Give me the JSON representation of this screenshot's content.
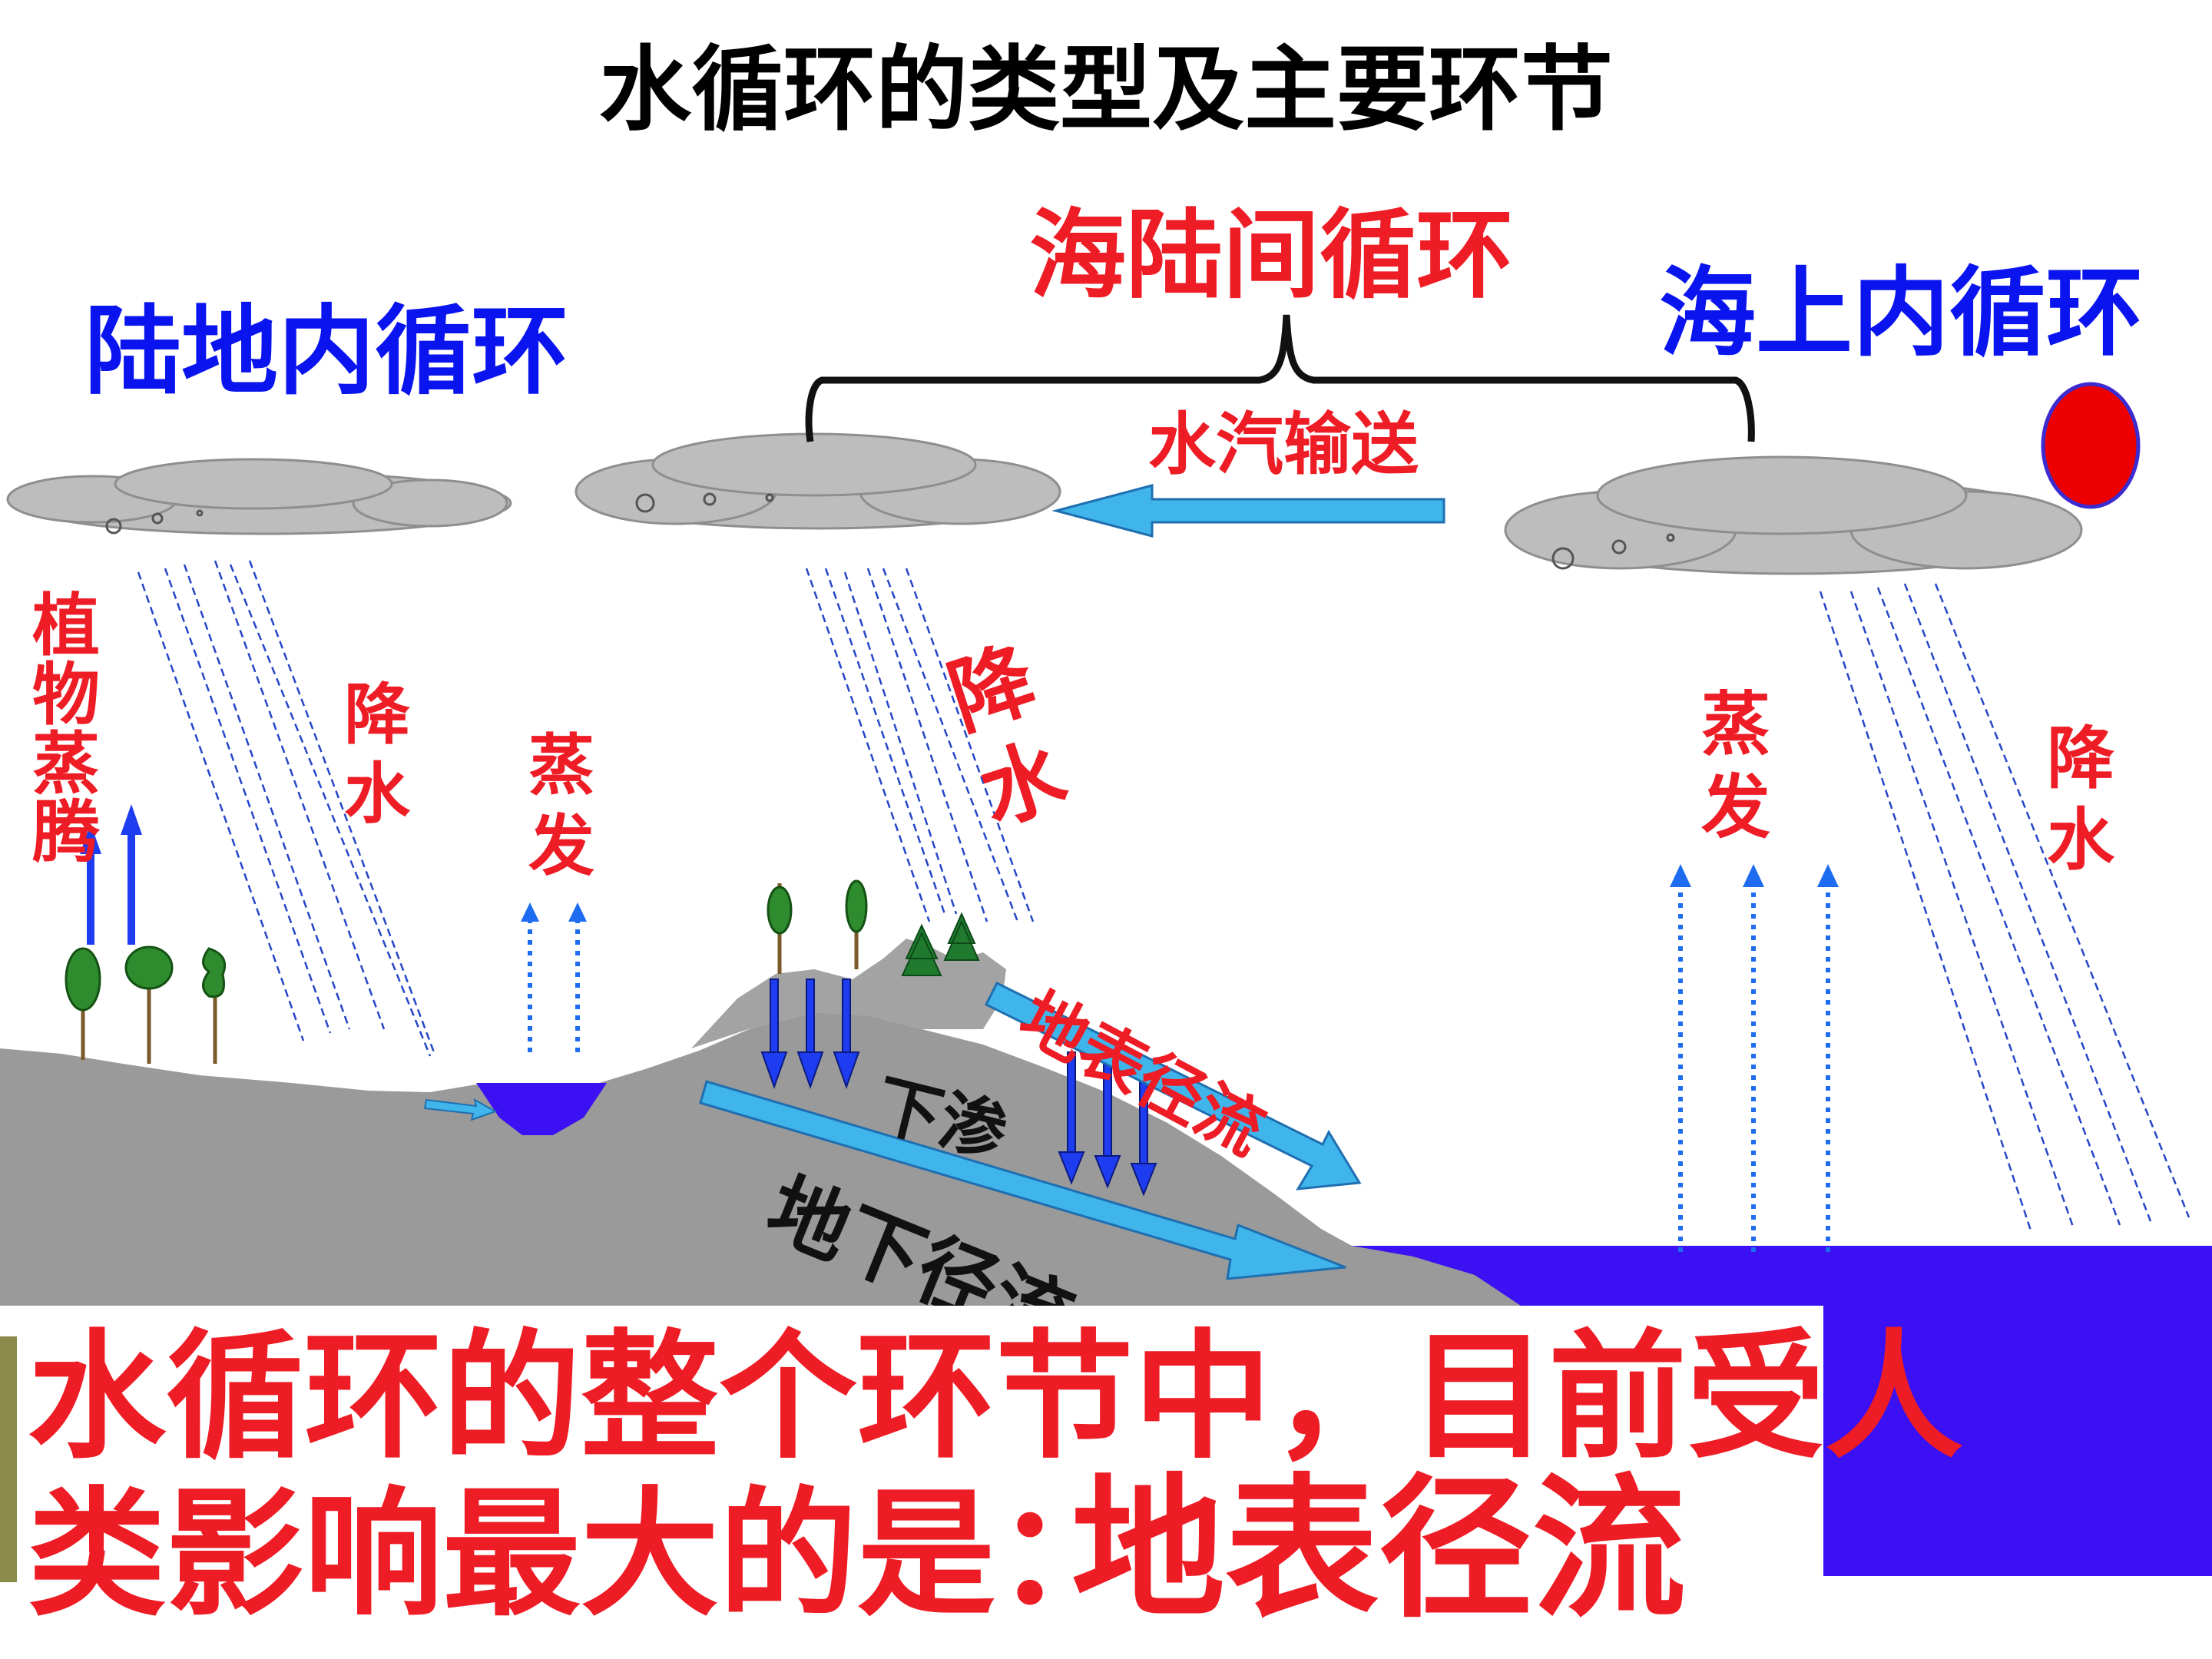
{
  "title": "水循环的类型及主要环节",
  "cycles": {
    "land": "陆地内循环",
    "sea_land": "海陆间循环",
    "ocean": "海上内循环"
  },
  "labels": {
    "vapor_transport": "水汽输送",
    "transpiration": "植物蒸腾",
    "precipitation": "降水",
    "evaporation": "蒸发",
    "surface_runoff": "地表径流",
    "infiltration": "下渗",
    "groundwater_runoff": "地下径流"
  },
  "question": {
    "line1": "水循环的整个环节中，目前受人",
    "line2": "类影响最大的是：",
    "answer": "地表径流"
  },
  "colors": {
    "land": "#9a9a9a",
    "cloud": "#bdbdbd",
    "ocean": "#3b10f2",
    "arrow": "#3fb5ec",
    "red_text": "#ee1c25",
    "blue_text": "#0a14ee",
    "sun": "#ee0000"
  }
}
